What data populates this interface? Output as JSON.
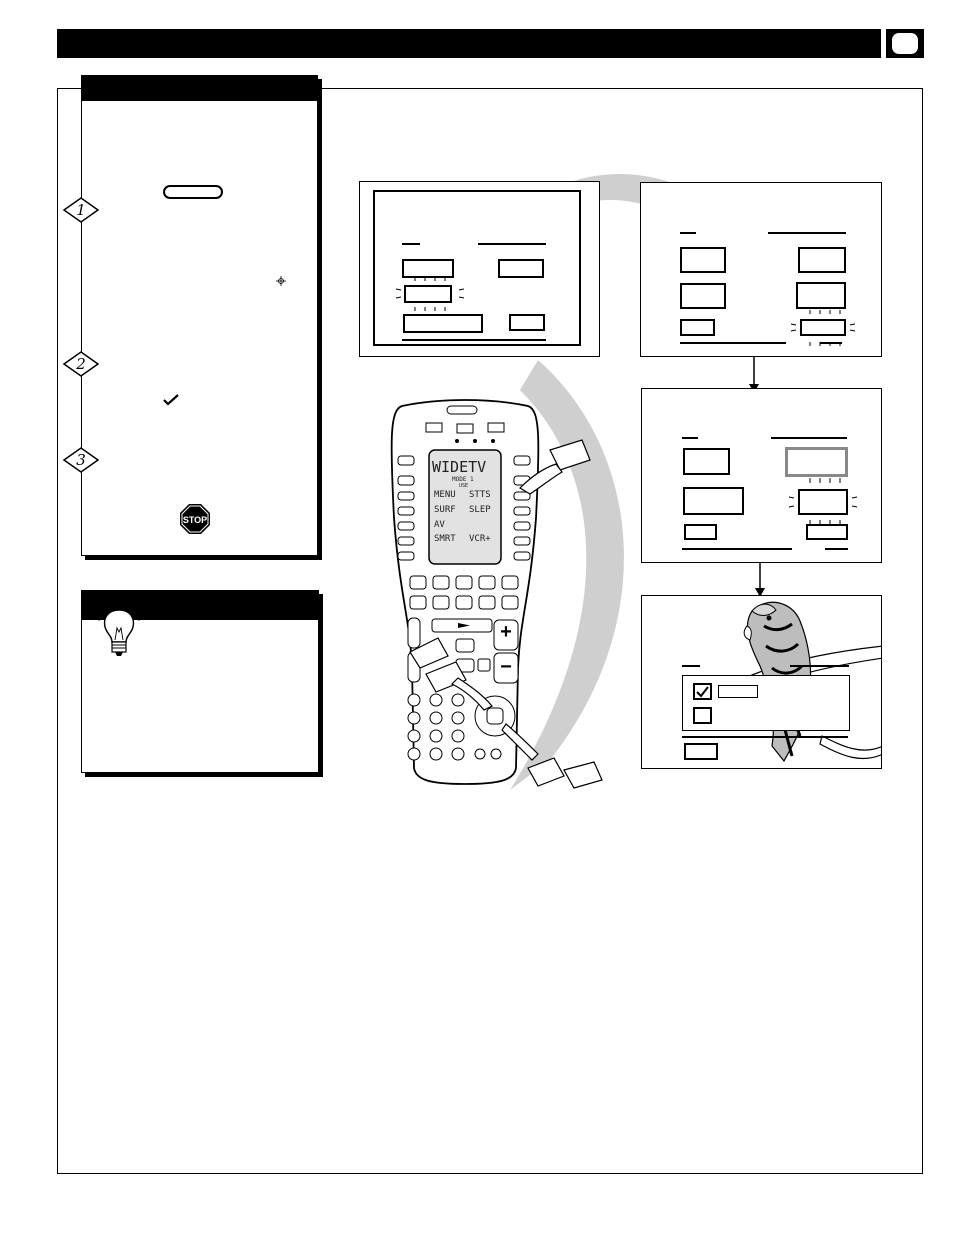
{
  "header": {
    "title": "",
    "page_number": ""
  },
  "steps": [
    {
      "number": "1"
    },
    {
      "number": "2"
    },
    {
      "number": "3"
    }
  ],
  "stop_sign": {
    "label": "STOP"
  },
  "remote": {
    "lcd": {
      "title": "WIDETV",
      "subtitle": "MODE 1",
      "subtitle2": "USE",
      "left_items": [
        "MENU",
        "SURF",
        "AV",
        "SMRT"
      ],
      "right_items": [
        "STTS",
        "SLEP",
        "",
        "VCR+"
      ]
    },
    "plus_symbol": "+",
    "minus_symbol": "−"
  },
  "icons": {
    "lightbulb": "lightbulb-icon",
    "check": "checkmark-icon",
    "parrot": "parrot-illustration",
    "hand": "pointing-hand-icon"
  },
  "colors": {
    "primary": "#000000",
    "background": "#ffffff",
    "gray": "#c8c8c8"
  }
}
